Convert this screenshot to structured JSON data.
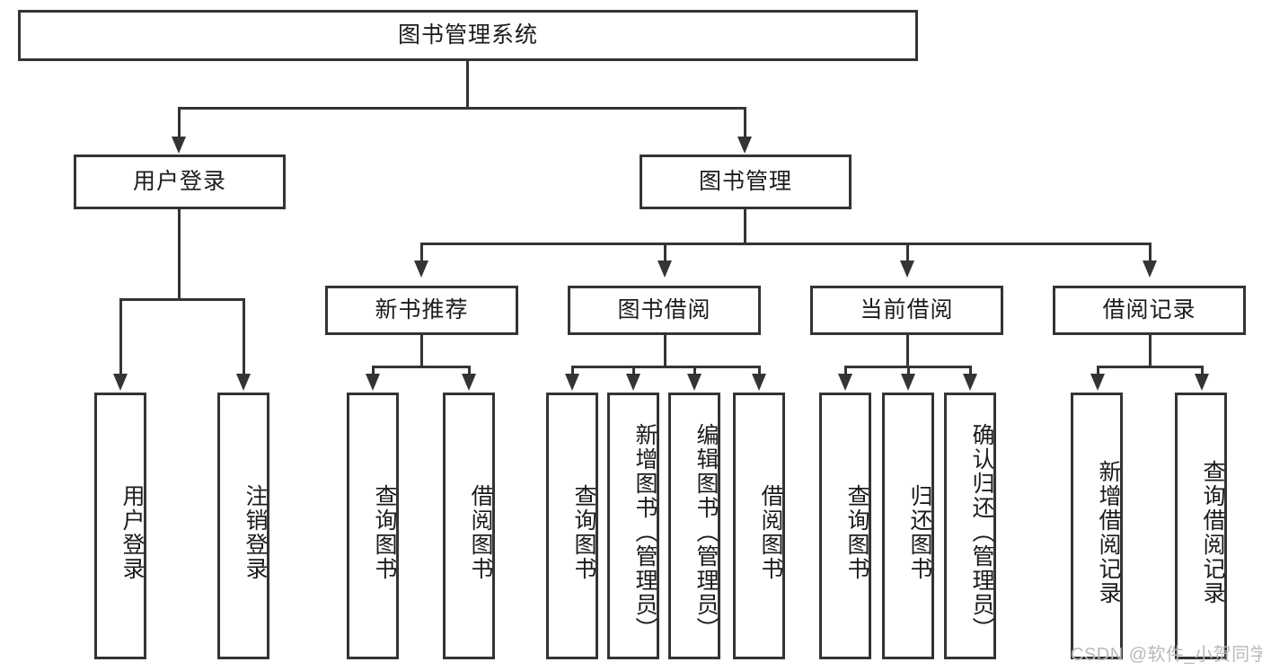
{
  "diagram": {
    "title": "图书管理系统",
    "root": {
      "label": "图书管理系统"
    },
    "level1": [
      {
        "label": "用户登录"
      },
      {
        "label": "图书管理"
      }
    ],
    "level2": [
      {
        "label": "新书推荐"
      },
      {
        "label": "图书借阅"
      },
      {
        "label": "当前借阅"
      },
      {
        "label": "借阅记录"
      }
    ],
    "leaves": {
      "user_login": [
        {
          "label": "用户登录"
        },
        {
          "label": "注销登录"
        }
      ],
      "new_book_recommend": [
        {
          "label": "查询图书"
        },
        {
          "label": "借阅图书"
        }
      ],
      "book_borrow": [
        {
          "label": "查询图书"
        },
        {
          "label": "新增图书（管理员）"
        },
        {
          "label": "编辑图书（管理员）"
        },
        {
          "label": "借阅图书"
        }
      ],
      "current_borrow": [
        {
          "label": "查询图书"
        },
        {
          "label": "归还图书"
        },
        {
          "label": "确认归还（管理员）"
        }
      ],
      "borrow_record": [
        {
          "label": "新增借阅记录"
        },
        {
          "label": "查询借阅记录"
        }
      ]
    }
  },
  "watermark": {
    "text": "CSDN @软件_小贺同学"
  },
  "colors": {
    "border": "#343434",
    "background": "#ffffff",
    "text": "#1b1b1b",
    "watermark": "#b9b9b9"
  }
}
